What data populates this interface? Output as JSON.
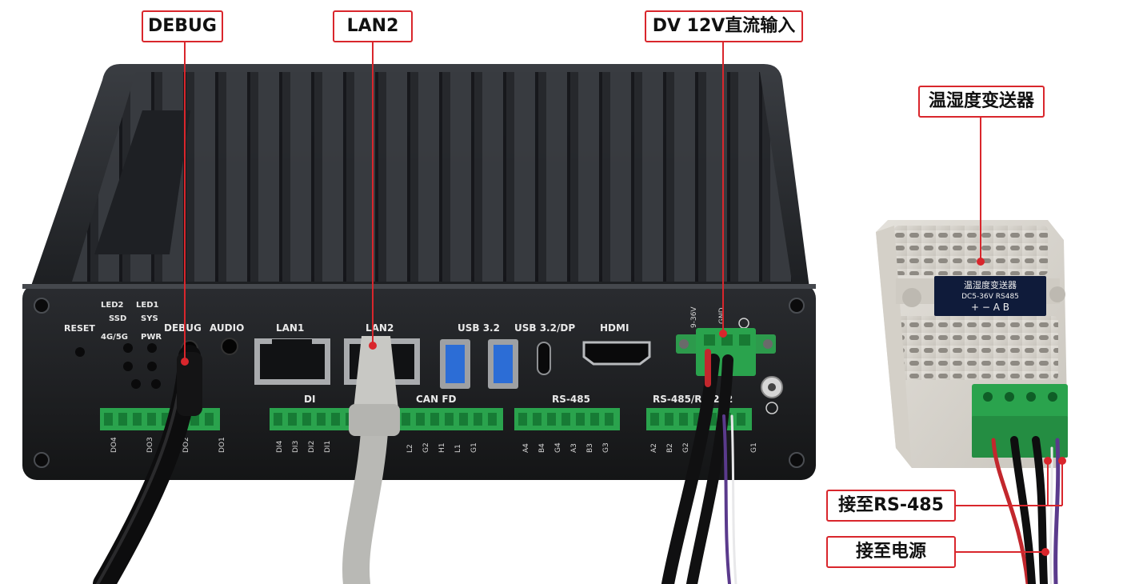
{
  "callouts": {
    "debug": "DEBUG",
    "lan2": "LAN2",
    "power_input": "DV 12V直流输入",
    "sensor": "温湿度变送器",
    "to_rs485": "接至RS-485",
    "to_power": "接至电源"
  },
  "device_labels": {
    "reset": "RESET",
    "led2": "LED2",
    "led1": "LED1",
    "ssd": "SSD",
    "sys": "SYS",
    "net": "4G/5G",
    "pwr": "PWR",
    "debug": "DEBUG",
    "audio": "AUDIO",
    "lan1": "LAN1",
    "lan2": "LAN2",
    "usb32": "USB 3.2",
    "usb32dp": "USB 3.2/DP",
    "hdmi": "HDMI",
    "di": "DI",
    "can_fd": "CAN FD",
    "rs485": "RS-485",
    "rs485_232": "RS-485/RS-232",
    "volt": "9-36V",
    "gnd": "GND",
    "do_pins": [
      "DO4",
      "DO3",
      "DO2",
      "DO1"
    ],
    "di_pins": [
      "DI4",
      "DI3",
      "DI2",
      "DI1"
    ],
    "can_pins": [
      "L2",
      "G2",
      "H1",
      "L1",
      "G1"
    ],
    "rs485_pins": [
      "A4",
      "B4",
      "G4",
      "A3",
      "B3",
      "G3"
    ],
    "rs485_232_pins": [
      "A2",
      "B2",
      "G2",
      "G1"
    ]
  },
  "sensor_label": {
    "name": "温湿度变送器",
    "spec": "DC5-36V RS485",
    "pins": "+ − A B"
  }
}
